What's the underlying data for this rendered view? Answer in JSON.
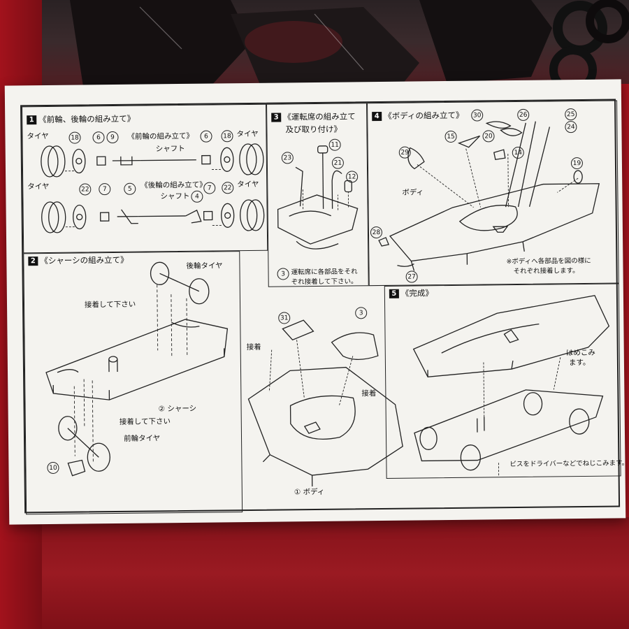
{
  "colors": {
    "paper": "#f4f3ef",
    "ink": "#222222",
    "backdrop_red": "#9a1a22",
    "backdrop_dark": "#2a2224"
  },
  "step1": {
    "number": "1",
    "title": "《前輪、後輪の組み立て》",
    "sub_front": "《前輪の組み立て》",
    "sub_rear": "《後輪の組み立て》",
    "shaft_top": "シャフト",
    "shaft_bottom": "シャフト",
    "tire_tl": "タイヤ",
    "tire_tr": "タイヤ",
    "tire_bl": "タイヤ",
    "tire_br": "タイヤ",
    "parts": [
      "18",
      "6",
      "9",
      "6",
      "18",
      "22",
      "7",
      "5",
      "4",
      "7",
      "22"
    ]
  },
  "step2": {
    "number": "2",
    "title": "《シャーシの組み立て》",
    "rear_tire": "後輪タイヤ",
    "glue_top": "接着して下さい",
    "chassis": "② シャーシ",
    "glue_bottom": "接着して下さい",
    "front_tire": "前輪タイヤ",
    "part_10": "10"
  },
  "step3": {
    "number": "3",
    "title_line1": "《運転席の組み立て",
    "title_line2": "及び取り付け》",
    "parts": [
      "11",
      "23",
      "21",
      "12",
      "3"
    ],
    "note_line1": "運転席に各部品をそれ",
    "note_line2": "ぞれ接着して下さい。",
    "glue_left": "接着",
    "glue_right": "接着",
    "body": "① ボディ",
    "part_31": "31",
    "part_3b": "3"
  },
  "step4": {
    "number": "4",
    "title": "《ボディの組み立て》",
    "parts": [
      "30",
      "26",
      "25",
      "24",
      "15",
      "20",
      "29",
      "14",
      "19",
      "28",
      "27"
    ],
    "body": "ボディ",
    "note_line1": "※ボディへ各部品を図の様に",
    "note_line2": "それぞれ接着します。"
  },
  "step5": {
    "number": "5",
    "title": "《完成》",
    "snap_line1": "はめこみ",
    "snap_line2": "ます。",
    "screw_note": "ビスをドライバーなどでねじこみます。"
  }
}
